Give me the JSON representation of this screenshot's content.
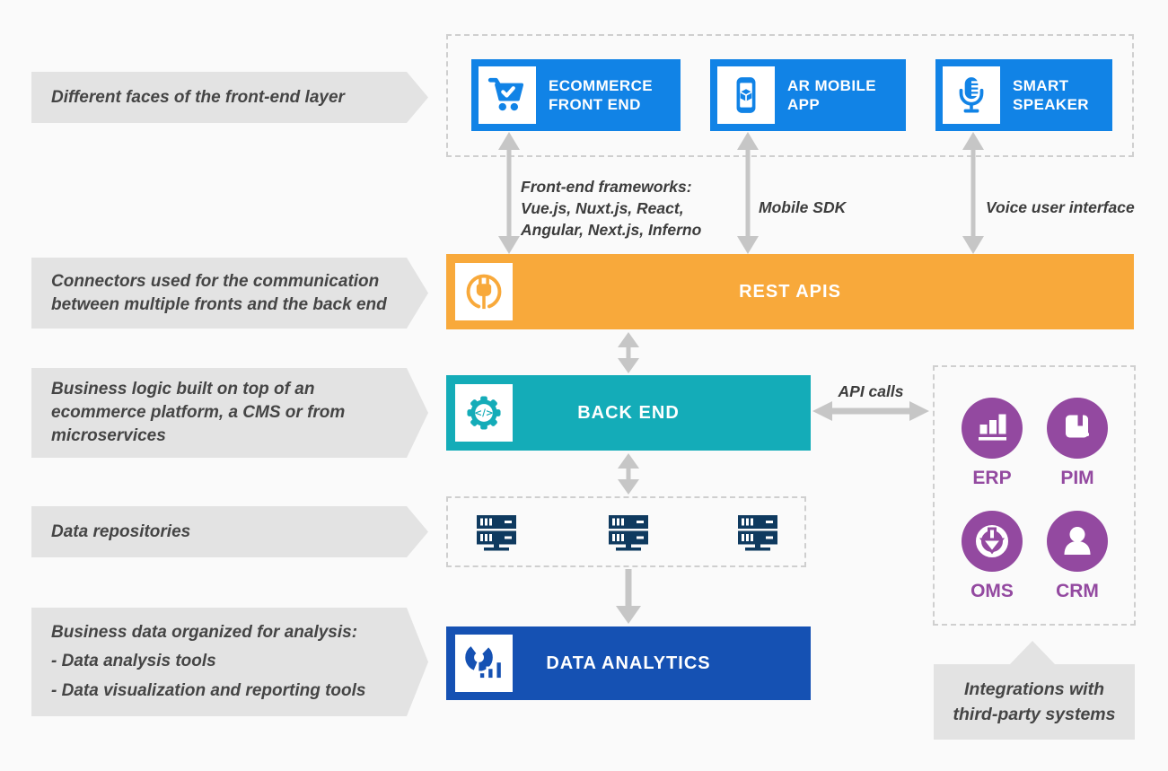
{
  "colors": {
    "background": "#fafafa",
    "blue": "#1183e6",
    "orange": "#f8a93b",
    "teal": "#14acb8",
    "dark_blue": "#1551b3",
    "purple": "#9349a0",
    "navy": "#0f3a5f",
    "label_bg": "#e3e3e3",
    "arrow_gray": "#c6c6c6"
  },
  "side_labels": [
    {
      "text": "Different faces of the front-end layer"
    },
    {
      "text": "Connectors  used for the communication\nbetween multiple fronts and the back end"
    },
    {
      "text": "Business logic built on top of an\necommerce platform, a CMS or from\nmicroservices"
    },
    {
      "text": "Data repositories"
    },
    {
      "text": "Business data organized for analysis:\n- Data analysis tools\n- Data visualization and reporting tools"
    }
  ],
  "frontend_layer": {
    "cards": [
      {
        "title": "ECOMMERCE\nFRONT END",
        "icon": "shopping-cart-icon"
      },
      {
        "title": "AR MOBILE\nAPP",
        "icon": "ar-phone-icon"
      },
      {
        "title": "SMART\nSPEAKER",
        "icon": "microphone-icon"
      }
    ]
  },
  "connector_notes": {
    "frameworks": "Front-end frameworks:\nVue.js, Nuxt.js, React,\nAngular, Next.js, Inferno",
    "mobile_sdk": "Mobile SDK",
    "voice": "Voice user interface",
    "api_calls": "API calls"
  },
  "rest_apis": {
    "title": "REST APIS",
    "icon": "plug-icon"
  },
  "backend": {
    "title": "BACK END",
    "icon": "gear-code-icon"
  },
  "data_repositories": {
    "icon": "server-icon",
    "count": 3
  },
  "data_analytics": {
    "title": "DATA ANALYTICS",
    "icon": "pie-chart-icon"
  },
  "integrations": {
    "systems": [
      {
        "label": "ERP",
        "icon": "bar-chart-icon"
      },
      {
        "label": "PIM",
        "icon": "package-icon"
      },
      {
        "label": "OMS",
        "icon": "download-circle-icon"
      },
      {
        "label": "CRM",
        "icon": "person-icon"
      }
    ],
    "note": "Integrations with\nthird-party systems"
  }
}
